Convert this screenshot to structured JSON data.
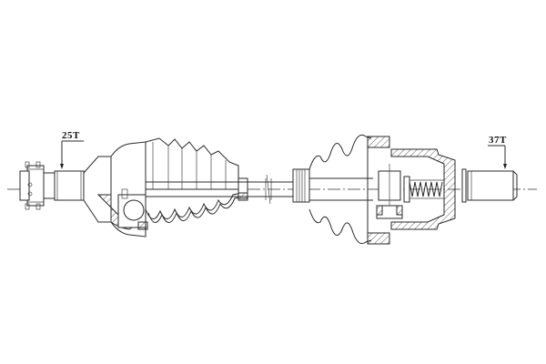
{
  "diagram": {
    "subject": "CV joint drive shaft assembly technical drawing",
    "labels": {
      "left_spline": "25T",
      "right_spline": "37T"
    },
    "colors": {
      "line": "#2a2a2a",
      "background": "#ffffff"
    }
  }
}
